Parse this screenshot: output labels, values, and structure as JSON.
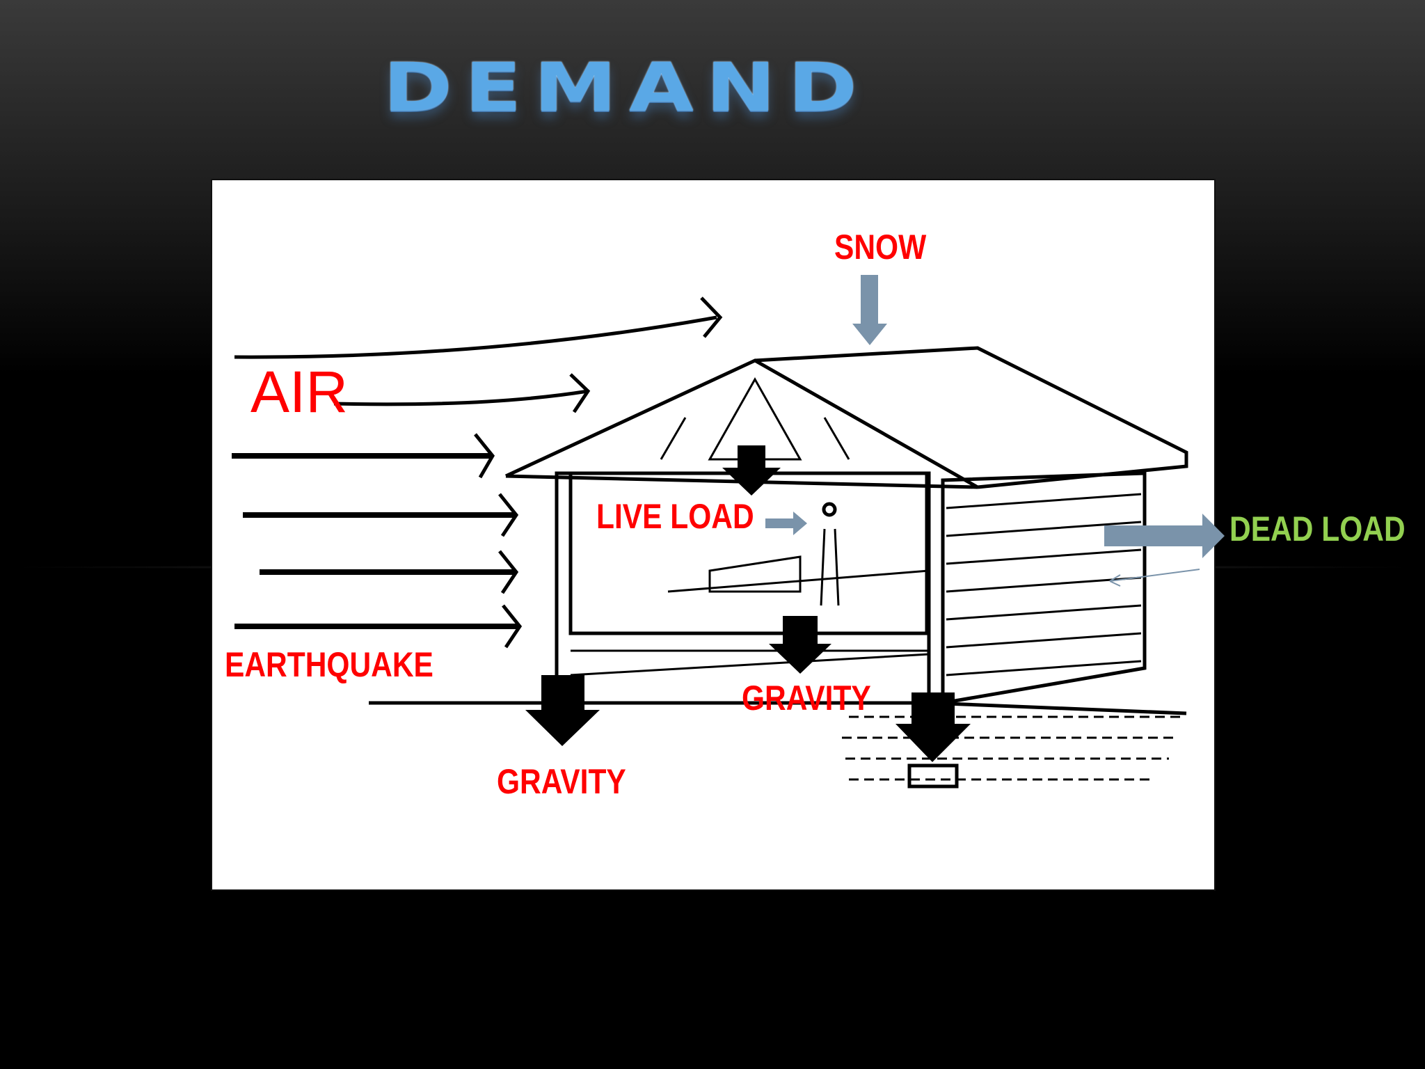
{
  "slide": {
    "title": "DEMAND",
    "labels": {
      "snow": "SNOW",
      "air": "AIR",
      "live_load": "LIVE LOAD",
      "dead_load": "DEAD LOAD",
      "earthquake": "EARTHQUAKE",
      "gravity_middle": "GRAVITY",
      "gravity_bottom": "GRAVITY"
    },
    "colors": {
      "label_red": "#ff0000",
      "dead_load_green": "#92d050",
      "arrow_steel_blue": "#7a93aa",
      "title_blue": "#5aa8e6"
    }
  }
}
